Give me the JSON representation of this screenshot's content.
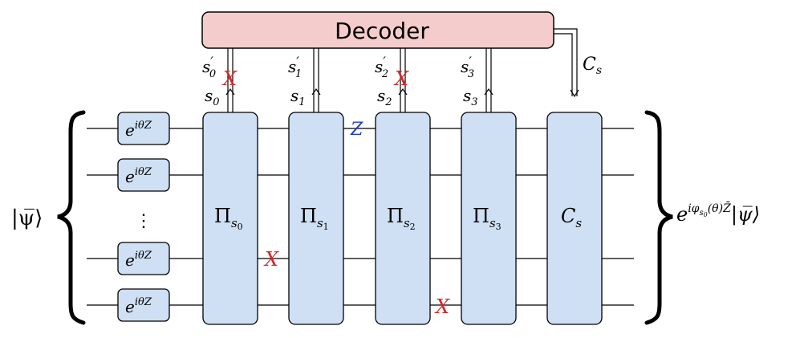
{
  "diagram": {
    "decoder": {
      "label": "Decoder"
    },
    "input_state": {
      "label": "|ψ̅⟩"
    },
    "output_state": {
      "prefix": "e",
      "exponent": "iφ",
      "exponent_sub": "s",
      "exponent_sub2": "0",
      "exponent_tail": "(θ)Z̄",
      "ket": "|ψ̅⟩"
    },
    "rotation_gates": [
      {
        "base": "e",
        "exp": "iθZ"
      },
      {
        "base": "e",
        "exp": "iθZ"
      },
      {
        "base": "e",
        "exp": "iθZ"
      },
      {
        "base": "e",
        "exp": "iθZ"
      }
    ],
    "vdots": "⋮",
    "projectors": [
      {
        "symbol": "Π",
        "sub": "s",
        "subsub": "0",
        "syndrome": "s",
        "syndrome_sub": "0",
        "decoded": "s",
        "decoded_sub": "0",
        "decoded_prime": "′",
        "has_x_error": true
      },
      {
        "symbol": "Π",
        "sub": "s",
        "subsub": "1",
        "syndrome": "s",
        "syndrome_sub": "1",
        "decoded": "s",
        "decoded_sub": "1",
        "decoded_prime": "′",
        "has_x_error": false
      },
      {
        "symbol": "Π",
        "sub": "s",
        "subsub": "2",
        "syndrome": "s",
        "syndrome_sub": "2",
        "decoded": "s",
        "decoded_sub": "2",
        "decoded_prime": "′",
        "has_x_error": true
      },
      {
        "symbol": "Π",
        "sub": "s",
        "subsub": "3",
        "syndrome": "s",
        "syndrome_sub": "3",
        "decoded": "s",
        "decoded_sub": "3",
        "decoded_prime": "′",
        "has_x_error": false
      }
    ],
    "correction": {
      "symbol": "C",
      "sub": "s",
      "classical_label": "C",
      "classical_sub": "s"
    },
    "errors": {
      "x_label": "X",
      "z_label": "Z"
    },
    "colors": {
      "decoder_fill": "#f5cccc",
      "gate_fill": "#cfe0f5",
      "error_x": "#d62728",
      "error_z": "#1f3fbf"
    }
  }
}
